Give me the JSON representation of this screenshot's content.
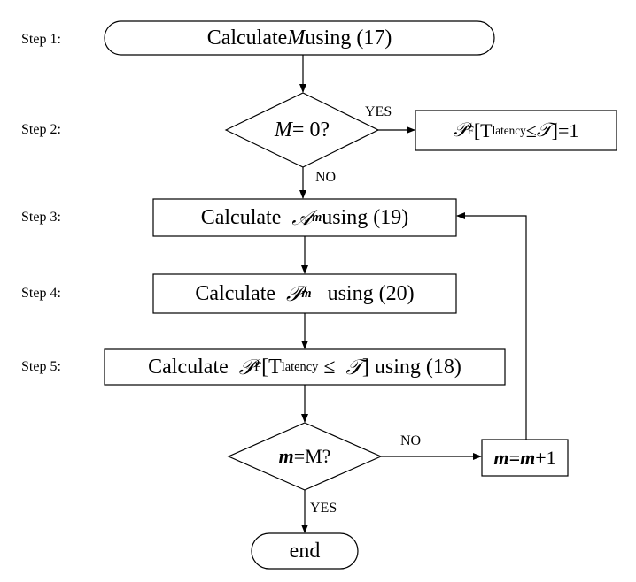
{
  "steps": [
    "Step 1:",
    "Step 2:",
    "Step 3:",
    "Step 4:",
    "Step 5:"
  ],
  "nodes": {
    "start": {
      "pre": "Calculate ",
      "var": "M",
      "post": " using (17)"
    },
    "decision1": {
      "var": "M",
      "post": " = 0?"
    },
    "result1": {
      "sym": "𝒫",
      "sub": "F",
      "open": " [T",
      "sub2": "latency",
      "le": " ≤ ",
      "tau": "𝒯",
      "post": "]=1"
    },
    "step3": {
      "pre": "Calculate  ",
      "sym": "𝒜",
      "sub": "m",
      "post": " using (19)"
    },
    "step4": {
      "pre": "Calculate  ",
      "sym": "𝒫",
      "sub": "m",
      "post": "   using (20)"
    },
    "step5": {
      "pre": "Calculate  ",
      "sym": "𝒫",
      "sub": "F",
      "open": " [T",
      "sub2": "latency",
      "le": " ≤  ",
      "tau": "𝒯",
      "post": "] using (18)"
    },
    "decision2": {
      "var": "m",
      "post": " =M?"
    },
    "increment": {
      "var": "m",
      "eq": "=",
      "var2": "m",
      "post": "+1"
    },
    "end": {
      "label": "end"
    }
  },
  "edge_labels": {
    "yes1": "YES",
    "no1": "NO",
    "no2": "NO",
    "yes2": "YES"
  }
}
